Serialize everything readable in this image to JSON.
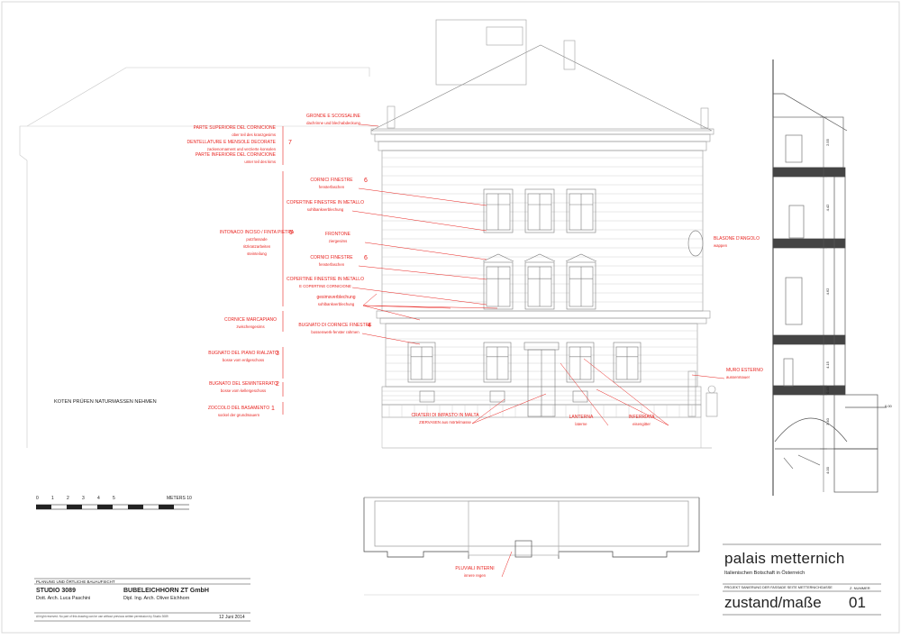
{
  "colors": {
    "annotation": "#e8231f",
    "line": "#8a8a8a",
    "ink": "#1a1a1a"
  },
  "notes": [
    {
      "id": "n1",
      "num": "",
      "label": "GRONDE E SCOSSALINE",
      "sub": "dachrinne und blechabdeckung"
    },
    {
      "id": "n2",
      "num": "",
      "label": "PARTE SUPERIORE DEL CORNICIONE",
      "sub": "ober teil des kranzgesims"
    },
    {
      "id": "n3",
      "num": "7",
      "label": "DENTELLATURE E MENSOLE DECORATE",
      "sub": "zackenornament und verzierte konsolen"
    },
    {
      "id": "n4",
      "num": "",
      "label": "PARTE INFERIORE DEL CORNICIONE",
      "sub": "unter teil des kims"
    },
    {
      "id": "n5",
      "num": "6",
      "label": "CORNICI FINESTRE",
      "sub": "fensterfaschen"
    },
    {
      "id": "n6",
      "num": "",
      "label": "COPERTINE FINESTRE IN METALLO",
      "sub": "sohlbankverblechung"
    },
    {
      "id": "n7",
      "num": "5",
      "label": "INTONACO INCISO / FINTA PIETRA",
      "sub": "putzfassade",
      "sub2": "ritzkratzarbeiten",
      "sub3": "steinteilung"
    },
    {
      "id": "n8",
      "num": "",
      "label": "FRONTONE",
      "sub": "ziergesims"
    },
    {
      "id": "n9",
      "num": "6",
      "label": "CORNICI FINESTRE",
      "sub": "fensterfaschen"
    },
    {
      "id": "n10",
      "num": "",
      "label": "COPERTINE FINESTRE IN METALLO",
      "sub": "E COPERTINE CORNICIONE"
    },
    {
      "id": "n11",
      "num": "",
      "label": "gesimsverblechung",
      "sub": "sohlbankverblechung"
    },
    {
      "id": "n12",
      "num": "",
      "label": "CORNICE MARCAPIANO",
      "sub": "zwischengesims"
    },
    {
      "id": "n13",
      "num": "4",
      "label": "BUGNATO DI CORNICE FINESTRE",
      "sub": "bossenwerk-fenster rahmen"
    },
    {
      "id": "n14",
      "num": "3",
      "label": "BUGNATO DEL PIANO RIALZATO",
      "sub": "bosse vom erdgeschoss"
    },
    {
      "id": "n15",
      "num": "2",
      "label": "BUGNATO DEL SEMINTERRATO",
      "sub": "bosse vom kellergeschoss"
    },
    {
      "id": "n16",
      "num": "1",
      "label": "ZOCCOLO DEL BASAMENTO",
      "sub": "sockel der grundmauern"
    },
    {
      "id": "n17",
      "num": "",
      "label": "CRATERI DI IMPASTO IN MALTA",
      "sub": "ZIERVASEN aus mörtelmasse"
    },
    {
      "id": "n18",
      "num": "",
      "label": "LANTERNA",
      "sub": "laterne"
    },
    {
      "id": "n19",
      "num": "",
      "label": "INFERRIATA",
      "sub": "eisengitter"
    },
    {
      "id": "n20",
      "num": "",
      "label": "BLASONE D'ANGOLO",
      "sub": "wappen"
    },
    {
      "id": "n21",
      "num": "",
      "label": "MURO ESTERNO",
      "sub": "aussenmauer"
    },
    {
      "id": "n22",
      "num": "",
      "label": "PLUVIALI INTERNI",
      "sub": "innere regen"
    }
  ],
  "kote_note": "KOTEN PRÜFEN NATURMASSEN NEHMEN",
  "scale": {
    "ticks": [
      "0",
      "1",
      "2",
      "3",
      "4",
      "5"
    ],
    "end": "METERS 10"
  },
  "section_dims": [
    "2.55",
    "4.42",
    "4.62",
    "4.15",
    "0.45",
    "3.40",
    "4.00",
    "0.00"
  ],
  "title_block": {
    "header": "PLANUNG UND ÖRTLICHE BAUAUFSICHT",
    "studio_name": "STUDIO 3089",
    "studio_person": "Dott. Arch. Luca Paschini",
    "firm_name": "BUBELEICHHORN ZT GmbH",
    "firm_person": "Dipl. Ing. Arch. Oliver Eichhorn",
    "rights": "All right reserved. No part of this drawing can be use without previous written permission by Studio 3089",
    "date": "12 Juni 2014",
    "project_title": "palais metternich",
    "project_subtitle": "Italienischen Botschaft in Österreich",
    "project_desc": "PROJEKT SANIERUNG DER FASSADE SEITE METTERNICHGASSE",
    "znum_label": "Z. NUMMER",
    "drawing_title": "zustand/maße",
    "drawing_number": "01"
  }
}
